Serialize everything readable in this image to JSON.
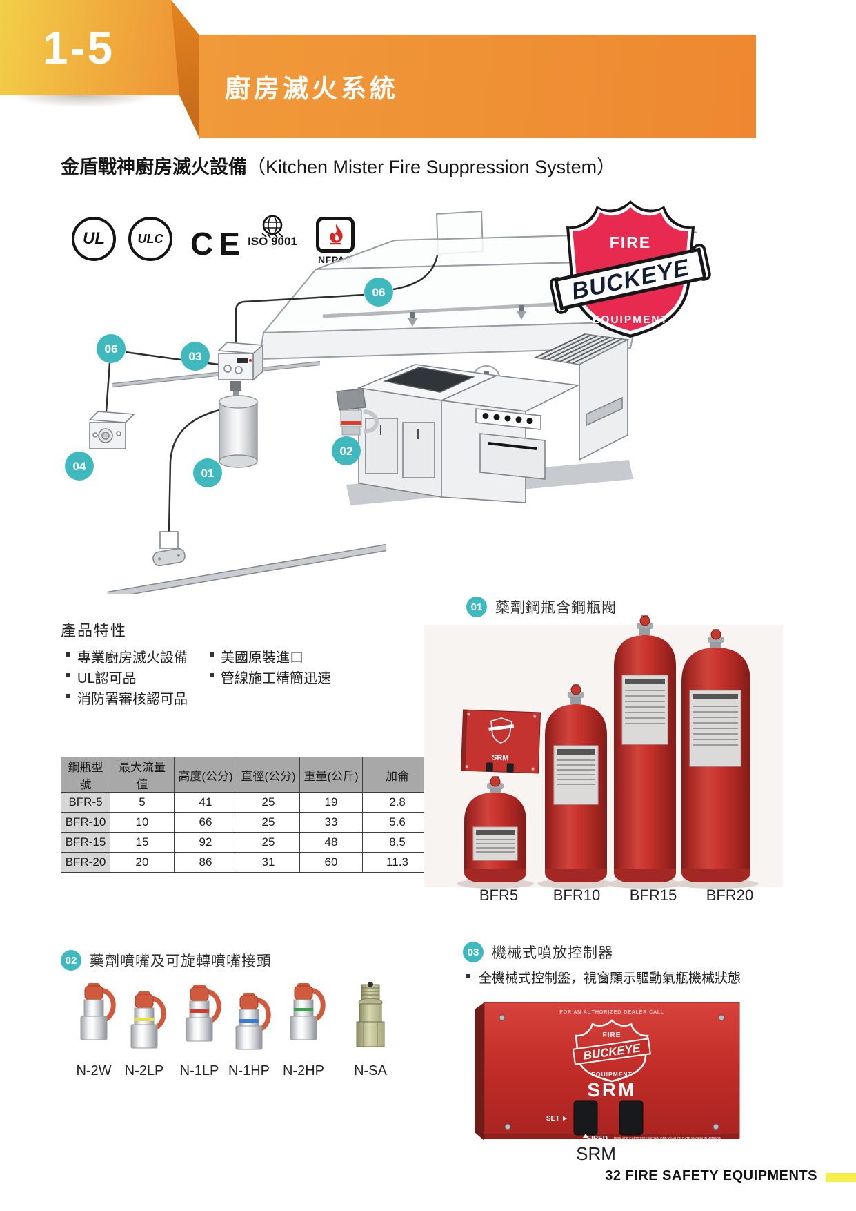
{
  "header": {
    "section_number": "1-5",
    "banner_title": "廚房滅火系統"
  },
  "title": {
    "zh": "金盾戰神廚房滅火設備",
    "en": "（Kitchen Mister Fire Suppression System）"
  },
  "certifications": {
    "ul": "UL",
    "ulc": "ULC",
    "ce": "CE",
    "iso": "ISO 9001",
    "nfpa": "NFPA®"
  },
  "brand_shield": {
    "top": "FIRE",
    "name": "BUCKEYE",
    "bottom": "EQUIPMENT"
  },
  "diagram": {
    "callouts": [
      "06",
      "06",
      "03",
      "04",
      "01",
      "02"
    ]
  },
  "features": {
    "heading": "產品特性",
    "column1": [
      "專業廚房滅火設備",
      "UL認可品",
      "消防署審核認可品"
    ],
    "column2": [
      "美國原裝進口",
      "管線施工精簡迅速"
    ]
  },
  "spec_table": {
    "headers": [
      "鋼瓶型號",
      "最大流量值",
      "高度(公分)",
      "直徑(公分)",
      "重量(公斤)",
      "加侖"
    ],
    "rows": [
      [
        "BFR-5",
        "5",
        "41",
        "25",
        "19",
        "2.8"
      ],
      [
        "BFR-10",
        "10",
        "66",
        "25",
        "33",
        "5.6"
      ],
      [
        "BFR-15",
        "15",
        "92",
        "25",
        "48",
        "8.5"
      ],
      [
        "BFR-20",
        "20",
        "86",
        "31",
        "60",
        "11.3"
      ]
    ]
  },
  "section01": {
    "number": "01",
    "title": "藥劑鋼瓶含鋼瓶閥",
    "srm_mini_label": "SRM",
    "product_labels": [
      "BFR5",
      "BFR10",
      "BFR15",
      "BFR20"
    ]
  },
  "section02": {
    "number": "02",
    "title": "藥劑噴嘴及可旋轉噴嘴接頭",
    "product_labels": [
      "N-2W",
      "N-2LP",
      "N-1LP",
      "N-1HP",
      "N-2HP",
      "N-SA"
    ]
  },
  "section03": {
    "number": "03",
    "title": "機械式噴放控制器",
    "bullet": "全機械式控制盤，視窗顯示驅動氣瓶機械狀態",
    "srm_panel": {
      "dealer_line": "FOR AN AUTHORIZED DEALER CALL",
      "shield_top": "FIRE",
      "shield_name": "BUCKEYE",
      "shield_bottom": "EQUIPMENT",
      "model": "SRM",
      "set_label": "SET ►",
      "fired_label": "FIRED",
      "replace_note": "REPLACE CARTRIDGE WITHIN ONE YEAR OF DATE SHOWN IN WINDOW"
    },
    "caption": "SRM"
  },
  "footer": {
    "text": "32 FIRE SAFETY EQUIPMENTS"
  },
  "colors": {
    "accent_orange": "#EE8A32",
    "badge_teal": "#3FB9BD",
    "brand_red": "#C8302C",
    "shield_crimson": "#E82A50",
    "footer_yellow": "#F6EE4B"
  }
}
